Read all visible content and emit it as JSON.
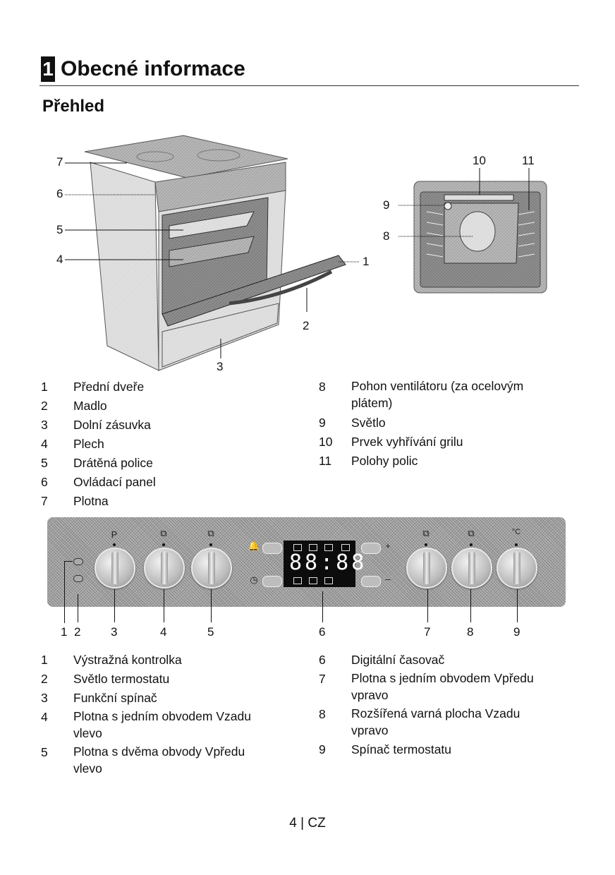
{
  "chapter": {
    "number": "1",
    "title": "Obecné informace"
  },
  "section_title": "Přehled",
  "oven_figure": {
    "callouts": [
      "1",
      "2",
      "3",
      "4",
      "5",
      "6",
      "7"
    ]
  },
  "interior_figure": {
    "callouts": [
      "8",
      "9",
      "10",
      "11"
    ]
  },
  "legend_oven_left": [
    {
      "num": "1",
      "text": "Přední dveře"
    },
    {
      "num": "2",
      "text": "Madlo"
    },
    {
      "num": "3",
      "text": "Dolní zásuvka"
    },
    {
      "num": "4",
      "text": "Plech"
    },
    {
      "num": "5",
      "text": "Drátěná police"
    },
    {
      "num": "6",
      "text": "Ovládací panel"
    },
    {
      "num": "7",
      "text": "Plotna"
    }
  ],
  "legend_oven_right": [
    {
      "num": "8",
      "text": "Pohon ventilátoru (za ocelovým plátem)"
    },
    {
      "num": "9",
      "text": "Světlo"
    },
    {
      "num": "10",
      "text": "Prvek vyhřívání grilu"
    },
    {
      "num": "11",
      "text": "Polohy polic"
    }
  ],
  "control_panel": {
    "display_value": "88:88",
    "buttons": [
      {
        "icon": "bell-icon",
        "symbol": "+"
      },
      {
        "icon": "clock-icon",
        "symbol": "–"
      }
    ],
    "knob_icons": [
      "P",
      "⧉",
      "⧉",
      "⧉",
      "⧉",
      "°C"
    ],
    "callouts": [
      "1",
      "2",
      "3",
      "4",
      "5",
      "6",
      "7",
      "8",
      "9"
    ]
  },
  "legend_panel_left": [
    {
      "num": "1",
      "text": "Výstražná kontrolka"
    },
    {
      "num": "2",
      "text": "Světlo termostatu"
    },
    {
      "num": "3",
      "text": "Funkční spínač"
    },
    {
      "num": "4",
      "text": "Plotna s jedním obvodem Vzadu vlevo"
    },
    {
      "num": "5",
      "text": "Plotna s dvěma obvody Vpředu vlevo"
    }
  ],
  "legend_panel_right": [
    {
      "num": "6",
      "text": "Digitální časovač"
    },
    {
      "num": "7",
      "text": "Plotna s jedním obvodem Vpředu vpravo"
    },
    {
      "num": "8",
      "text": "Rozšířená varná plocha Vzadu vpravo"
    },
    {
      "num": "9",
      "text": "Spínač termostatu"
    }
  ],
  "footer": {
    "page": "4 | CZ"
  }
}
